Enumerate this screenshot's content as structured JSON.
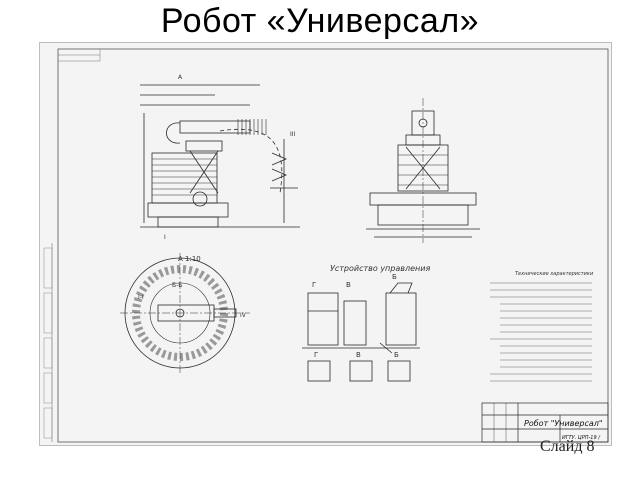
{
  "slide": {
    "title": "Робот «Универсал»",
    "number": "Слайд 8"
  },
  "drawing": {
    "section_title": "Устройство управления",
    "detail_label": "А 1:10",
    "section_marks": [
      "Г",
      "В",
      "Б",
      "А",
      "I",
      "II",
      "III",
      "IV",
      "Б-Б",
      "I-I"
    ],
    "specs_heading": "Технические характеристики",
    "title_block_name": "Робот \"Универсал\"",
    "title_block_code": "ИГТУ. ЦРП-19 /"
  },
  "colors": {
    "line": "#2a2a2a",
    "sheet": "#f4f4f4",
    "border": "#bdbdbd"
  }
}
